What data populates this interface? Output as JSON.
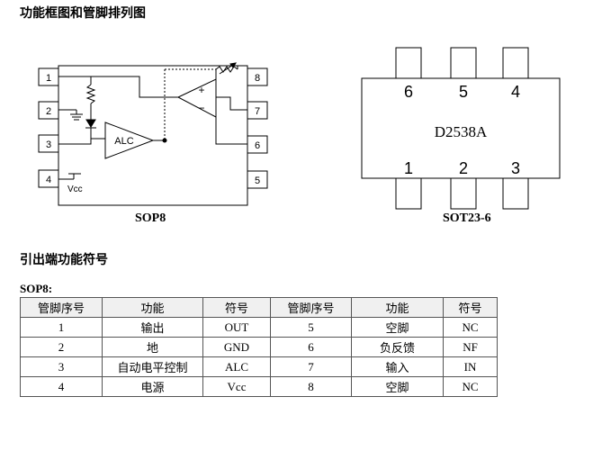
{
  "section1_title": "功能框图和管脚排列图",
  "sop8": {
    "caption": "SOP8",
    "pins": [
      "1",
      "2",
      "3",
      "4",
      "5",
      "6",
      "7",
      "8"
    ],
    "amp_label": "ALC",
    "vcc_label": "Vcc"
  },
  "sot": {
    "caption": "SOT23-6",
    "part": "D2538A",
    "top_pins": [
      "6",
      "5",
      "4"
    ],
    "bottom_pins": [
      "1",
      "2",
      "3"
    ]
  },
  "section2_title": "引出端功能符号",
  "table_label": "SOP8:",
  "table": {
    "headers": [
      "管脚序号",
      "功能",
      "符号",
      "管脚序号",
      "功能",
      "符号"
    ],
    "rows": [
      [
        "1",
        "输出",
        "OUT",
        "5",
        "空脚",
        "NC"
      ],
      [
        "2",
        "地",
        "GND",
        "6",
        "负反馈",
        "NF"
      ],
      [
        "3",
        "自动电平控制",
        "ALC",
        "7",
        "输入",
        "IN"
      ],
      [
        "4",
        "电源",
        "Vcc",
        "8",
        "空脚",
        "NC"
      ]
    ]
  }
}
